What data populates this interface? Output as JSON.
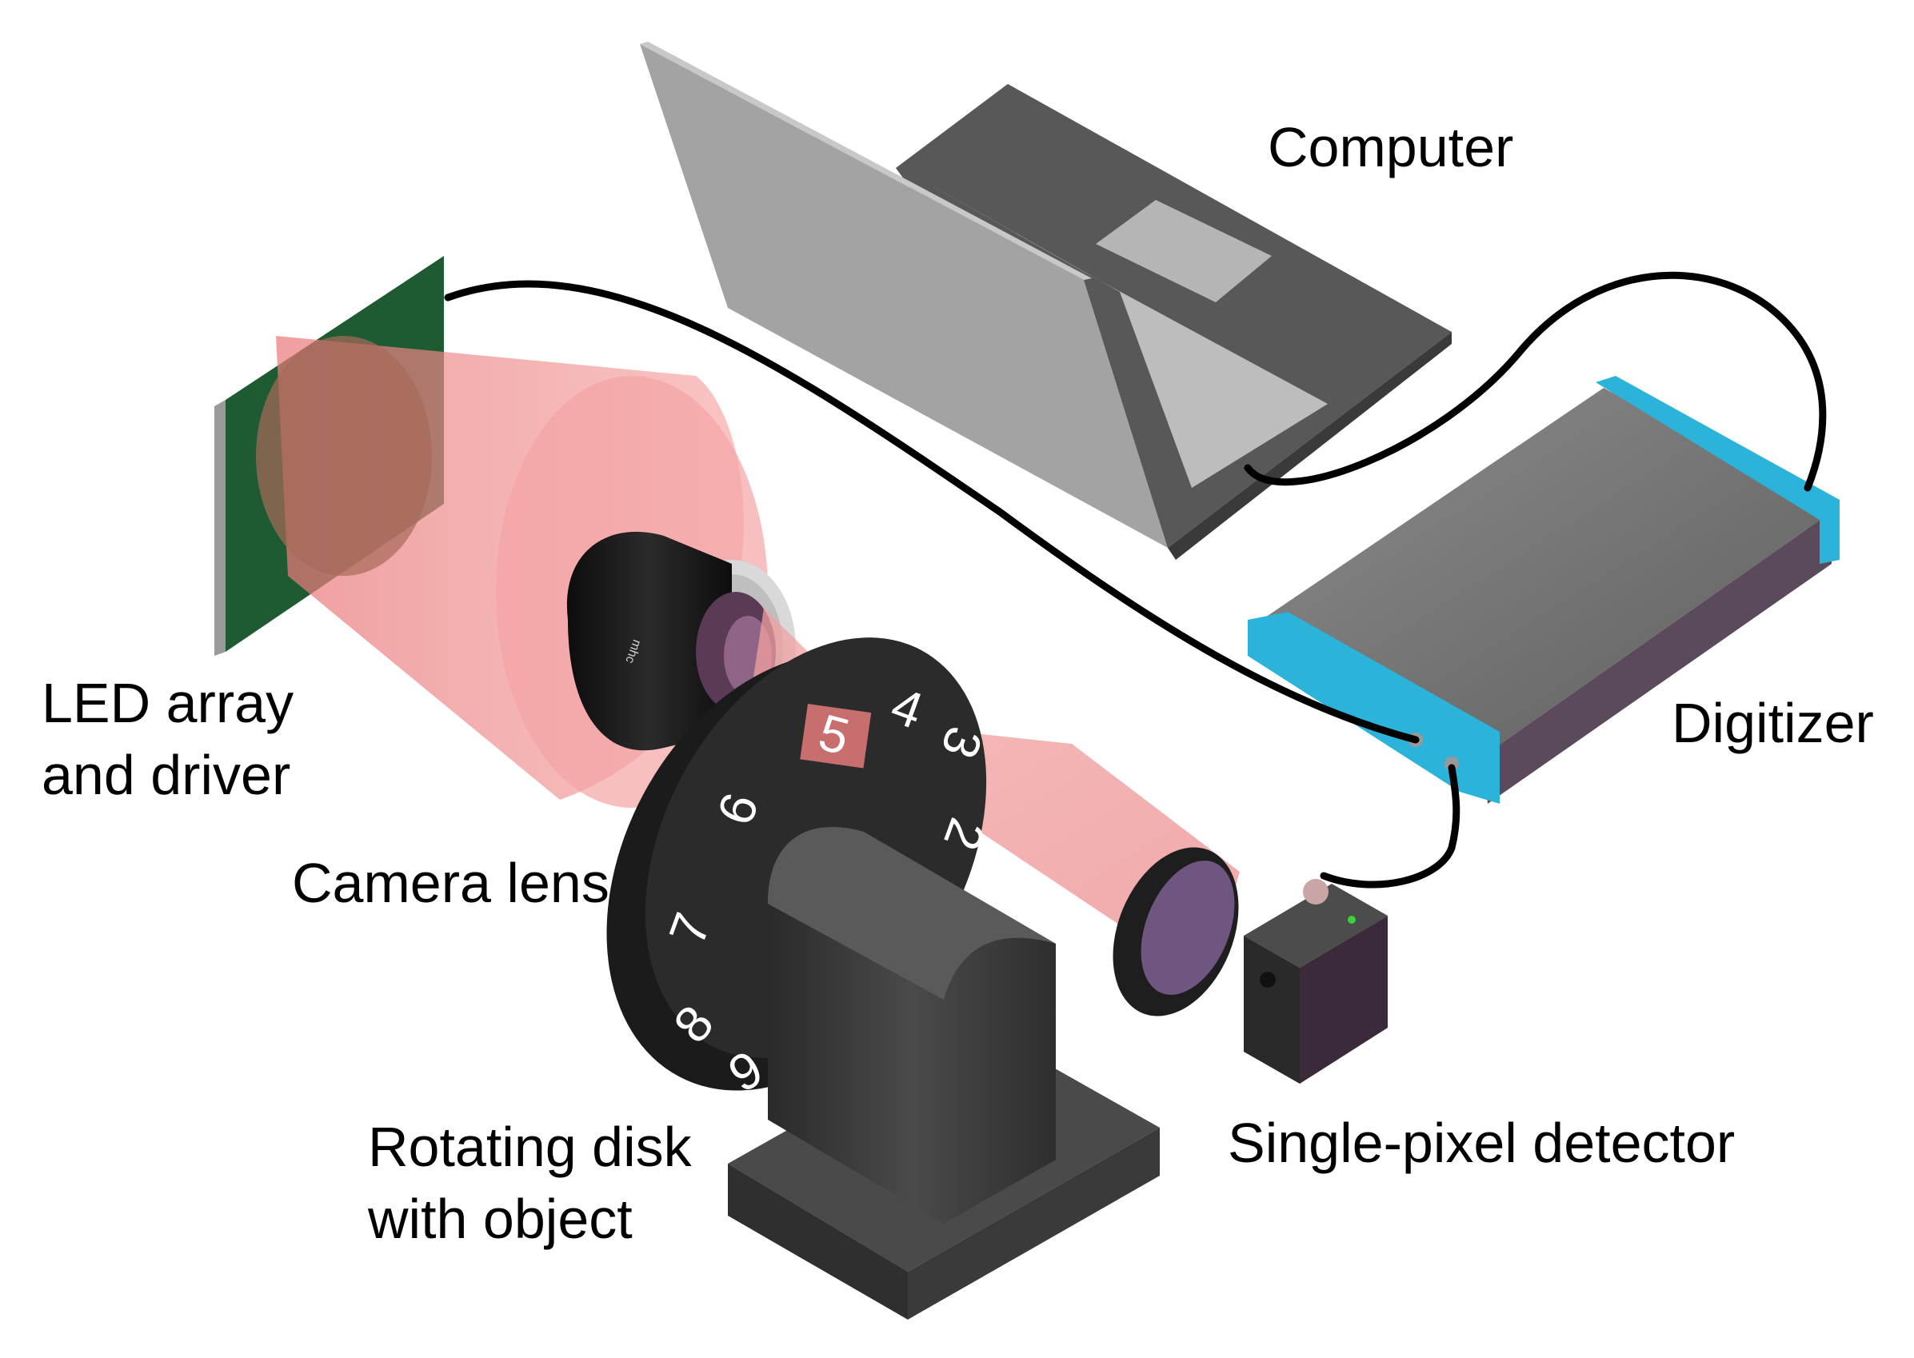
{
  "labels": {
    "computer": "Computer",
    "led_line1": "LED array",
    "led_line2": "and driver",
    "digitizer": "Digitizer",
    "camera_lens": "Camera lens",
    "rotating_line1": "Rotating disk",
    "rotating_line2": "with object",
    "detector": "Single-pixel detector"
  },
  "disk_numbers": [
    "5",
    "4",
    "3",
    "2",
    "6",
    "7",
    "8",
    "9"
  ],
  "colors": {
    "led_board": "#1e5a32",
    "light_beam": "#f08080",
    "digitizer_accent": "#2bb3d9",
    "digitizer_body": "#5a4a5c",
    "laptop_base": "#555555",
    "laptop_screen": "#9a9a9a",
    "cable": "#000000"
  }
}
